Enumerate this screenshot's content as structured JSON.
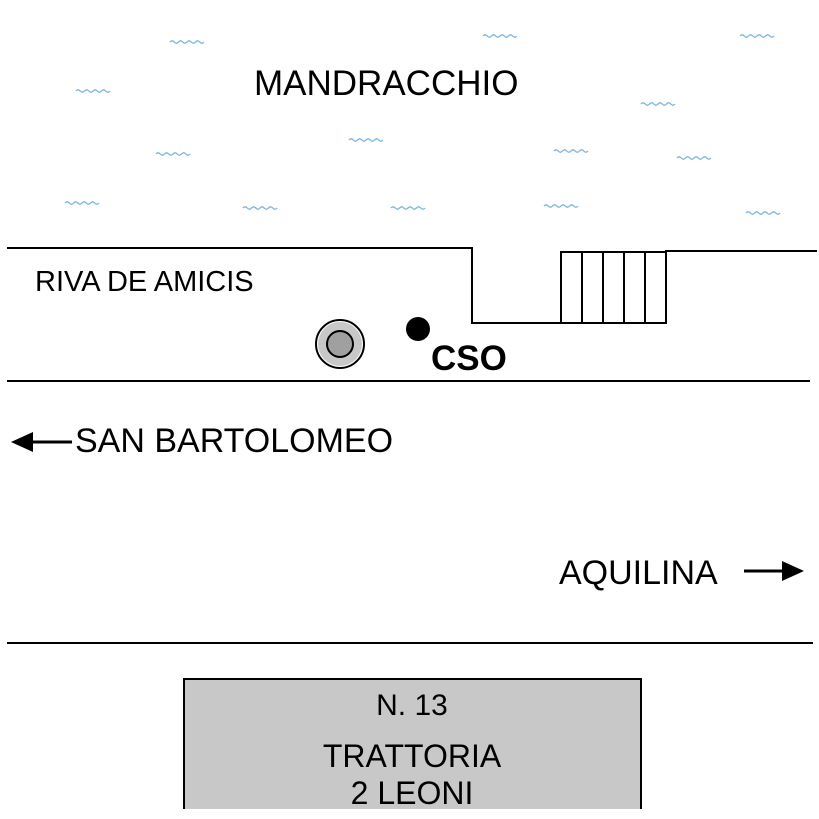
{
  "water": {
    "name": "MANDRACCHIO"
  },
  "quay": {
    "name": "RIVA DE AMICIS"
  },
  "marker": {
    "label": "CSO"
  },
  "street": {
    "left_direction": "SAN BARTOLOMEO",
    "right_direction": "AQUILINA"
  },
  "building": {
    "number": "N. 13",
    "name_line1": "TRATTORIA",
    "name_line2": "2 LEONI"
  },
  "colors": {
    "ink": "#000000",
    "water_wave": "#78b4dc",
    "building_fill": "#c8c8c8",
    "bollard_fill": "#a8a8a8"
  },
  "icons": [
    "wave-icon",
    "bollard-icon",
    "point-marker-icon",
    "arrow-left-icon",
    "arrow-right-icon"
  ]
}
